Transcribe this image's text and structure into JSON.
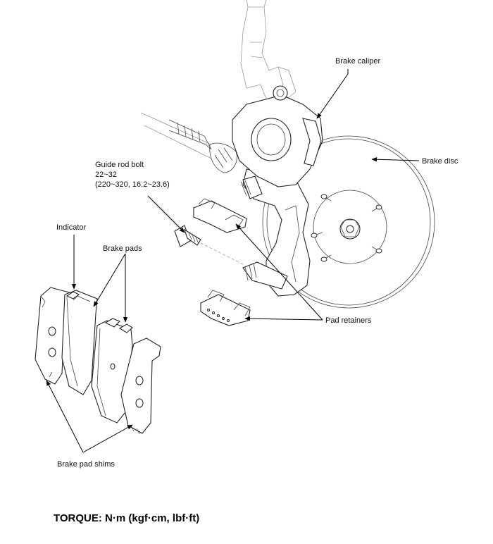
{
  "labels": {
    "brake_caliper": "Brake caliper",
    "brake_disc": "Brake disc",
    "guide_rod_bolt": {
      "line1": "Guide rod bolt",
      "line2": "22~32",
      "line3": "(220~320, 16.2~23.6)"
    },
    "indicator": "Indicator",
    "brake_pads": "Brake pads",
    "pad_retainers": "Pad retainers",
    "brake_pad_shims": "Brake pad shims"
  },
  "footer": {
    "torque": "TORQUE: N·m (kgf·cm, lbf·ft)"
  }
}
